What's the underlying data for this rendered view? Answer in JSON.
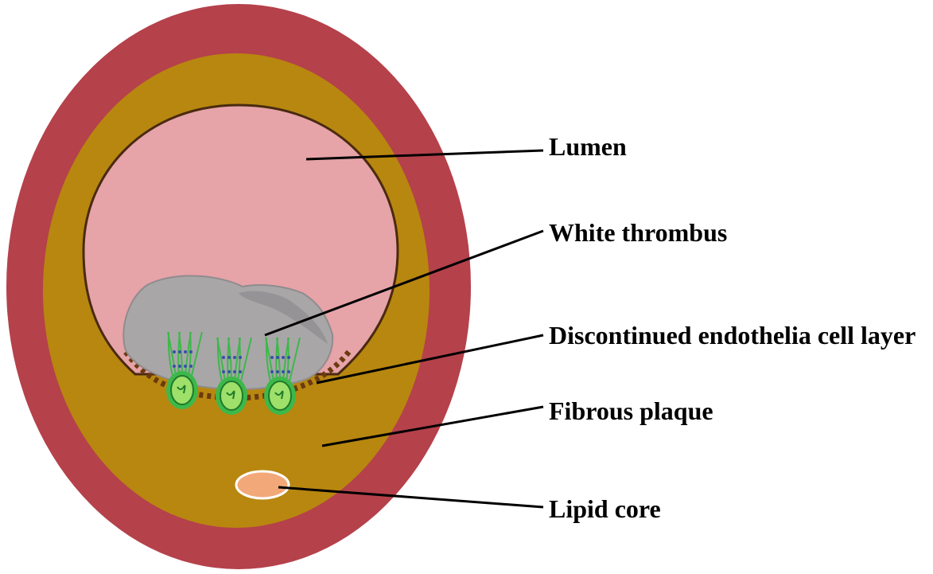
{
  "labels": {
    "lumen": "Lumen",
    "white_thrombus": "White thrombus",
    "endothelia": "Discontinued endothelia cell layer",
    "fibrous_plaque": "Fibrous plaque",
    "lipid_core": "Lipid core"
  },
  "colors": {
    "outer_wall": "#b5414b",
    "fibrous_plaque": "#b8870f",
    "lumen": "#e6a3a8",
    "lumen_border": "#4a2a10",
    "thrombus": "#a9a6a8",
    "thrombus_shadow": "#8f8c8e",
    "endothelium_dash": "#6b3a10",
    "cell_fill": "#3db84a",
    "cell_inner": "#9ee06a",
    "lipid_core": "#f2a878",
    "lipid_border": "#ffffff",
    "leader_line": "#000000"
  }
}
